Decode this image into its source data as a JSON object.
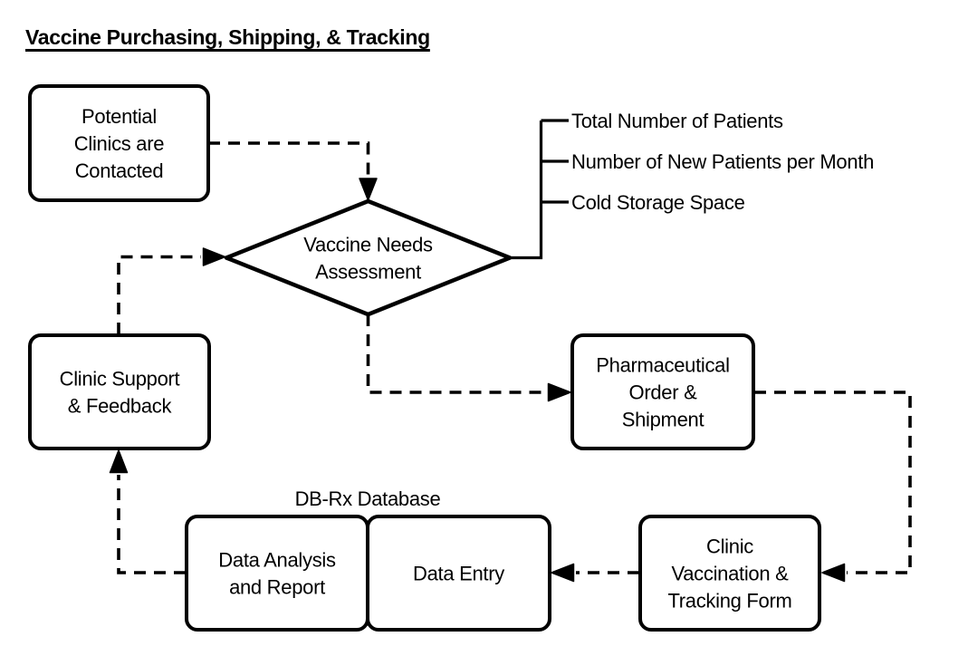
{
  "title": "Vaccine Purchasing, Shipping, & Tracking",
  "nodes": {
    "potential_clinics": {
      "lines": [
        "Potential",
        "Clinics are",
        "Contacted"
      ]
    },
    "vaccine_needs_assessment": {
      "lines": [
        "Vaccine Needs",
        "Assessment"
      ]
    },
    "clinic_support": {
      "lines": [
        "Clinic Support",
        "& Feedback"
      ]
    },
    "pharmaceutical_order": {
      "lines": [
        "Pharmaceutical",
        "Order &",
        "Shipment"
      ]
    },
    "data_analysis": {
      "lines": [
        "Data Analysis",
        "and Report"
      ]
    },
    "data_entry": {
      "lines": [
        "Data Entry"
      ]
    },
    "clinic_vaccination_form": {
      "lines": [
        "Clinic",
        "Vaccination &",
        "Tracking Form"
      ]
    }
  },
  "database_label": "DB-Rx Database",
  "assessment_criteria": [
    "Total Number of Patients",
    "Number of New Patients per Month",
    "Cold Storage Space"
  ],
  "colors": {
    "ink": "#000000",
    "background": "#ffffff"
  }
}
